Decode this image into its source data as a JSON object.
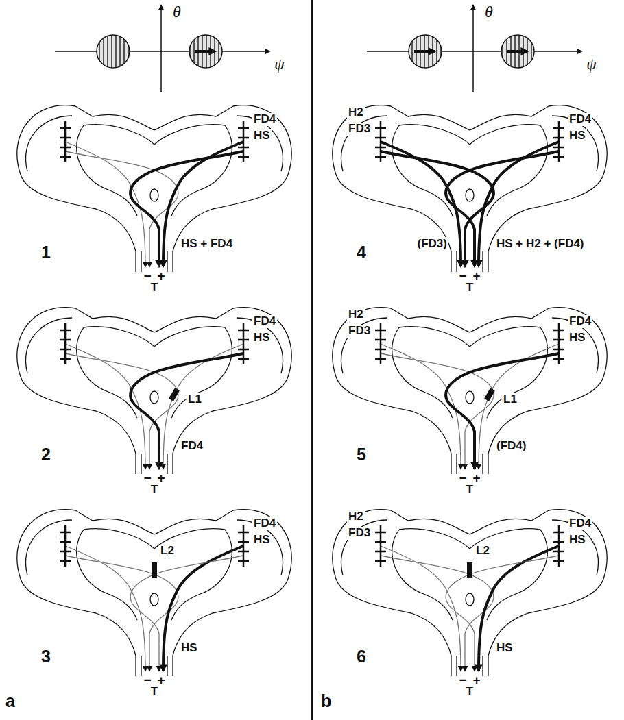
{
  "diagram": {
    "labels": [
      "θ",
      "ψ",
      "FD4",
      "HS",
      "1",
      "HS + FD4",
      "−",
      "+",
      "T",
      "FD4",
      "HS",
      "L1",
      "2",
      "FD4",
      "−",
      "+",
      "T",
      "FD4",
      "HS",
      "L2",
      "3",
      "HS",
      "−",
      "+",
      "T",
      "a",
      "θ",
      "ψ",
      "H2",
      "FD3",
      "FD4",
      "HS",
      "4",
      "(FD3)",
      "HS + H2 + (FD4)",
      "−",
      "+",
      "T",
      "H2",
      "FD3",
      "FD4",
      "HS",
      "L1",
      "5",
      "(FD4)",
      "−",
      "+",
      "T",
      "H2",
      "FD3",
      "FD4",
      "HS",
      "L2",
      "6",
      "HS",
      "−",
      "+",
      "T",
      "b"
    ]
  }
}
